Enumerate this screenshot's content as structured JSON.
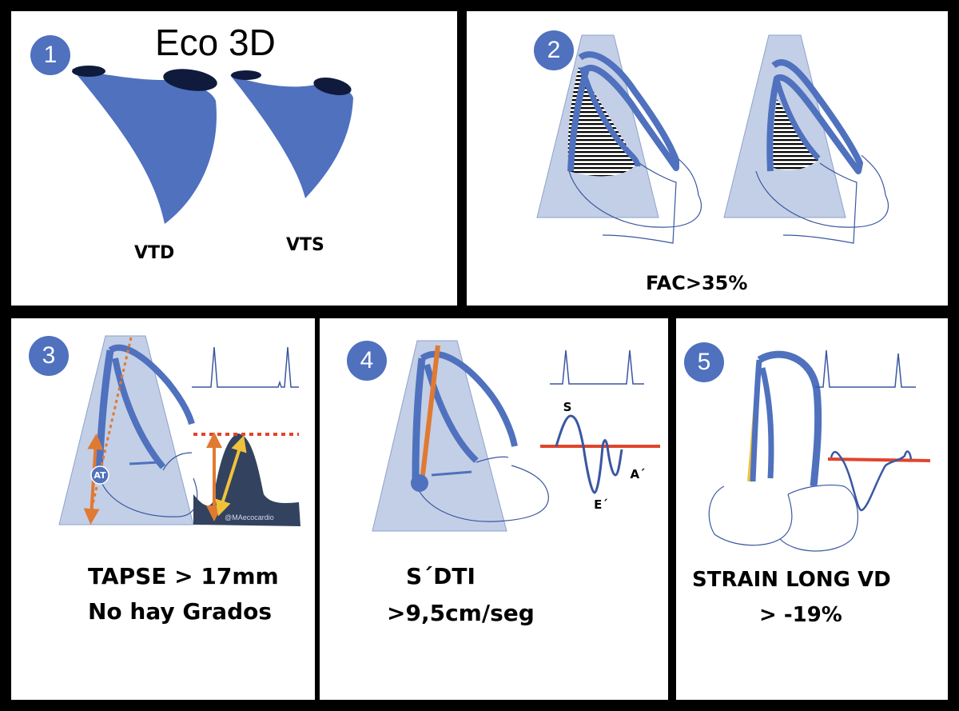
{
  "panels": {
    "p1": {
      "number": "1",
      "title": "Eco 3D",
      "labels": [
        "VTD",
        "VTS"
      ]
    },
    "p2": {
      "number": "2",
      "caption": "FAC>35%"
    },
    "p3": {
      "number": "3",
      "marker": "AT",
      "watermark": "@MAecocardio",
      "caption_line1": "TAPSE > 17mm",
      "caption_line2": "No hay Grados"
    },
    "p4": {
      "number": "4",
      "wave_labels": {
        "s": "S",
        "e": "E´",
        "a": "A´"
      },
      "caption_line1": "S´DTI",
      "caption_line2": ">9,5cm/seg"
    },
    "p5": {
      "number": "5",
      "caption_line1": "STRAIN LONG VD",
      "caption_line2": "> -19%"
    }
  },
  "colors": {
    "ventricle_blue": "#4f71be",
    "sector_fill": "#c3cfe6",
    "orange": "#e07a32",
    "yellow": "#f0c23a",
    "red": "#e0452b",
    "dark_navy": "#33425e"
  }
}
